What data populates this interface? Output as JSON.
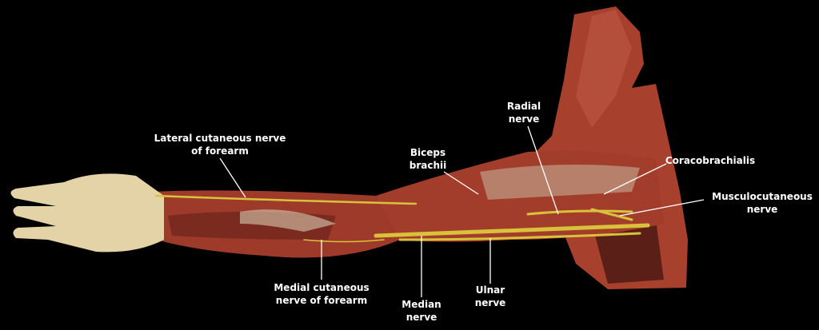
{
  "labels": {
    "lateral_cutaneous": {
      "line1": "Lateral cutaneous nerve",
      "line2": "of forearm"
    },
    "biceps": {
      "line1": "Biceps",
      "line2": "brachii"
    },
    "radial": {
      "line1": "Radial",
      "line2": "nerve"
    },
    "coracobrachialis": {
      "line1": "Coracobrachialis"
    },
    "musculocutaneous": {
      "line1": "Musculocutaneous",
      "line2": "nerve"
    },
    "medial_cutaneous": {
      "line1": "Medial cutaneous",
      "line2": "nerve of forearm"
    },
    "median": {
      "line1": "Median",
      "line2": "nerve"
    },
    "ulnar": {
      "line1": "Ulnar",
      "line2": "nerve"
    }
  },
  "colors": {
    "muscle": "#a8402e",
    "muscle_dark": "#7a2a1e",
    "nerve": "#d9c23a",
    "hand": "#e3d3a6",
    "background": "#000000",
    "label": "#ffffff"
  }
}
